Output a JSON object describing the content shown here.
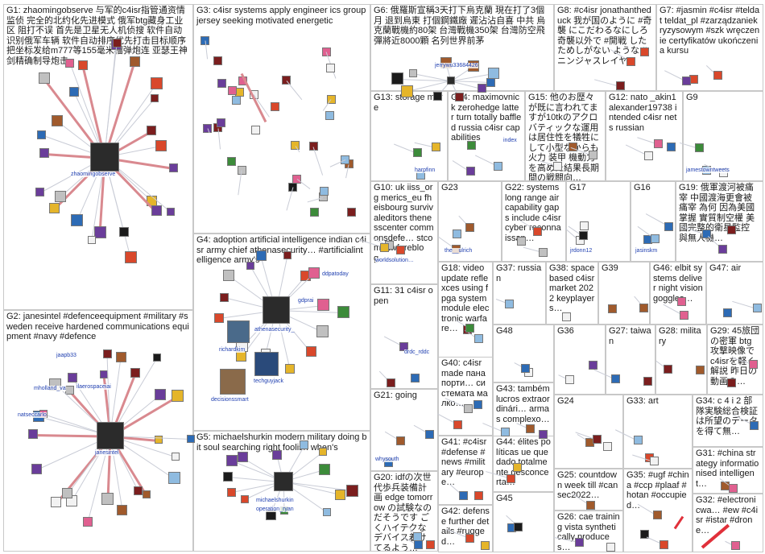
{
  "groups": [
    {
      "id": "G1",
      "title": "G1: zhaomingobserve 与军的c4isr指管通资情监侦 完全的北约化先进模式 俄军btg藏身工业区 阻打不误 首先是卫星无人机侦搜 软件自动识别俄军车辆 软件自动排序优先打击目标顺序 把坐标发给m777等155毫米榴弹炮连 亚瑟王神剑精确制导炮击"
    },
    {
      "id": "G2",
      "title": "G2: janesintel #defenceequipment #military #sweden receive hardened communications equipment #navy #defence"
    },
    {
      "id": "G3",
      "title": "G3: c4isr systems apply engineer ics group jersey seeking motivated energetic"
    },
    {
      "id": "G4",
      "title": "G4: adoption artificial intelligence indian c4isr army chief athenasecurity… #artificialintelligence army's"
    },
    {
      "id": "G5",
      "title": "G5: michaelshurkin modern military doing bit soul searching right foolish when's"
    },
    {
      "id": "G6",
      "title": "G6: 俄羅斯宣稱3天打下烏克蘭 現在打了3個月 退到烏東 打個鋼鐵廠 遲沾沾自喜 中共 烏克蘭戰機約80架 台灣戰機350架 台灣防空飛彈將近8000顆 名列世界前茅"
    },
    {
      "id": "G7",
      "title": "G7: #jasmin #c4isr #teldat teldat_pl #zarządzaniekryzysowym #szk wręczenie certyfikatów ukończenia kursu"
    },
    {
      "id": "G8",
      "title": "G8: #c4isr jonathantheduck 我が国のように #奇襲 にこだわるなにしろ奇襲以外で #開戦 したためしがない ような #ニンジャスレイヤー"
    },
    {
      "id": "G9",
      "title": "G9"
    },
    {
      "id": "G10",
      "title": "G10: uk iiss_org merics_eu fheisbourg survivaleditors thenesscenter commonsdefe… stcom lawfareblog…"
    },
    {
      "id": "G11",
      "title": "G11: 31 c4isr open"
    },
    {
      "id": "G12",
      "title": "G12: nato _akin1 alexander19738 intended c4isr nets russian"
    },
    {
      "id": "G13",
      "title": "G13: storage more"
    },
    {
      "id": "G14",
      "title": "G14: maximovnick zerohedge latter turn totally baffled russia c4isr capabilities"
    },
    {
      "id": "G15",
      "title": "G15: 他のお歴々が既に言われてますが10tkのアクロバティックな運用は居住性を犠牲にして小型なからも火力 装甲 機動力を高めた結果長期間の戦闘向…"
    },
    {
      "id": "G16",
      "title": "G16"
    },
    {
      "id": "G17",
      "title": "G17"
    },
    {
      "id": "G18",
      "title": "G18: video update reflexces using fpga system module electronic warfare…"
    },
    {
      "id": "G19",
      "title": "G19: 俄軍渡河被痛宰 中國渡海更會被痛宰 為何 因為美國掌握 實質制空權 美國完整的衛星監控 與無人機…"
    },
    {
      "id": "G20",
      "title": "G20: idfの次世代歩兵装備計画 edge tomorrow の試験なのだそうです ごくハイテクなデバイス着けてるよう…"
    },
    {
      "id": "G21",
      "title": "G21: going"
    },
    {
      "id": "G22",
      "title": "G22: systems long range air capability gaps include c4isr cyber reconnaissan…"
    },
    {
      "id": "G23",
      "title": "G23"
    },
    {
      "id": "G24",
      "title": "G24"
    },
    {
      "id": "G25",
      "title": "G25: countdown week till #cansec2022…"
    },
    {
      "id": "G26",
      "title": "G26: cae training vista synthetically produces…"
    },
    {
      "id": "G27",
      "title": "G27: taiwan"
    },
    {
      "id": "G28",
      "title": "G28: military"
    },
    {
      "id": "G29",
      "title": "G29: 45旅団の密軍 btg攻撃映像で c4isrを軽く解説 昨日の動画の…"
    },
    {
      "id": "G31",
      "title": "G31: #china strategy informationised intelligent…"
    },
    {
      "id": "G32",
      "title": "G32: #electronicwa… #ew #c4isr #istar #drone…"
    },
    {
      "id": "G33",
      "title": "G33: art"
    },
    {
      "id": "G34",
      "title": "G34: c 4 i 2 部隊実験総合検証 は所望のデータを得て無…"
    },
    {
      "id": "G35",
      "title": "G35: #ugf #china #ccp #plaaf #hotan #occupied…"
    },
    {
      "id": "G36",
      "title": "G36"
    },
    {
      "id": "G37",
      "title": "G37: russian"
    },
    {
      "id": "G38",
      "title": "G38: space based c4isr market 2022 keyplayers…"
    },
    {
      "id": "G39",
      "title": "G39"
    },
    {
      "id": "G40",
      "title": "G40: c4isr made панапорти… системата малко…"
    },
    {
      "id": "G41",
      "title": "G41: #c4isr #defense #news #military #europe…"
    },
    {
      "id": "G42",
      "title": "G42: defense further details #rugged…"
    },
    {
      "id": "G43",
      "title": "G43: também lucros extraordinári… armas complexo…"
    },
    {
      "id": "G44",
      "title": "G44: élites políticas ue quedado totalmente desconcerta…"
    },
    {
      "id": "G45",
      "title": "G45"
    },
    {
      "id": "G46",
      "title": "G46: elbit systems deliver night vision goggles…"
    },
    {
      "id": "G47",
      "title": "G47: air"
    },
    {
      "id": "G48",
      "title": "G48"
    }
  ],
  "node_labels": {
    "zhaomingobserve": "zhaomingobserve",
    "janesintel": "janesintel",
    "jaapb33": "jaapb33",
    "ilaerospaceiai": "ilaerospaceiai",
    "mholland_va": "mholland_va",
    "natseccarlo": "natseccarlo",
    "athenasecurity": "athenasecurity_",
    "richardkim": "richardkim",
    "techguyjack": "techguyjack",
    "decisionssmart": "decisionssmart",
    "gdprai": "gdprai",
    "ddpatoday": "ddpatoday",
    "michaelshurkin": "michaelshurkin",
    "operation_ryan": "operation_ryan",
    "jerrywu": "jerrywu33684426",
    "harpfinn": "harpfinn",
    "jamestowntweets": "jamestowntweets",
    "the_ulrich": "the__ulrich",
    "jrdonn12": "jrdonn12",
    "jasinskm": "jasinskm",
    "drdc": "drdc_rddc",
    "whysouth": "whysouth",
    "worldsolution": "worldsolution…",
    "index": "index"
  },
  "colors": {
    "border": "#c8c8c8",
    "edge_heavy": "#d9898f",
    "edge_light": "#c9ccd6",
    "label": "#1f3fb0",
    "accent_red": "#e0303a"
  }
}
